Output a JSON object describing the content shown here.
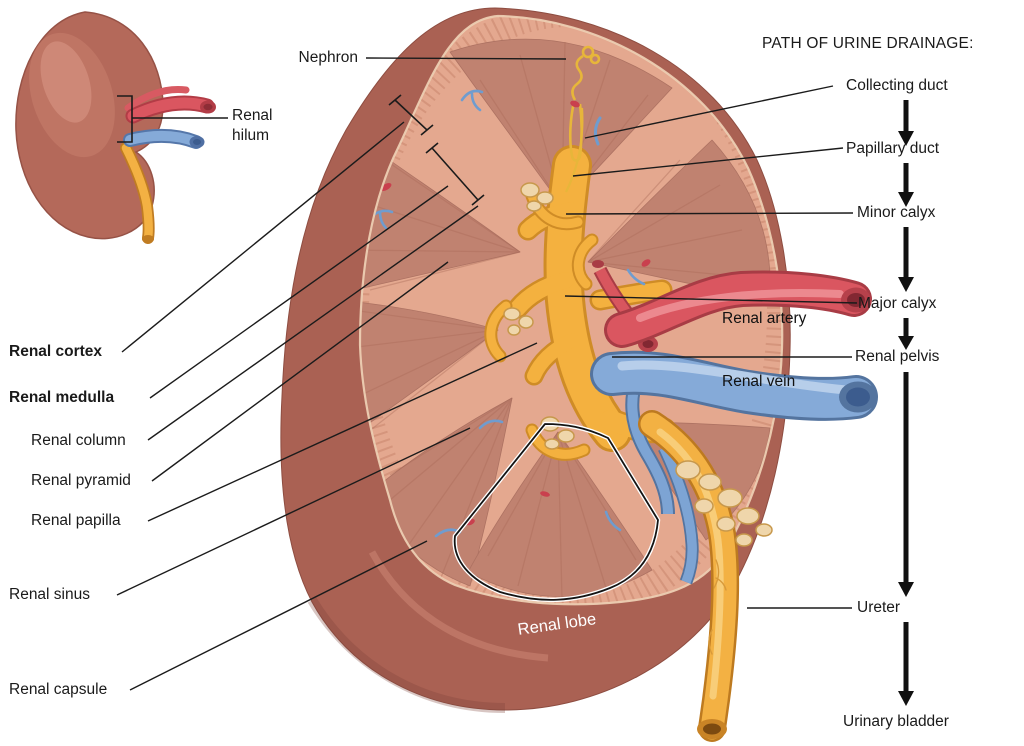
{
  "inset": {
    "label": "Renal hilum"
  },
  "main": {
    "nephron_label": "Nephron",
    "structure_labels": {
      "cortex": "Renal cortex",
      "medulla": "Renal medulla",
      "column": "Renal column",
      "pyramid": "Renal pyramid",
      "papilla": "Renal papilla",
      "sinus": "Renal sinus",
      "capsule": "Renal capsule",
      "lobe": "Renal lobe"
    },
    "vessel_labels": {
      "artery": "Renal artery",
      "vein": "Renal vein"
    }
  },
  "drainage": {
    "title": "PATH OF URINE DRAINAGE:",
    "steps": [
      "Collecting duct",
      "Papillary duct",
      "Minor calyx",
      "Major calyx",
      "Renal pelvis",
      "Ureter",
      "Urinary bladder"
    ]
  },
  "colors": {
    "background": "#ffffff",
    "kidney_surface": "#b4695a",
    "capsule": "#aa6153",
    "cortex": "#e4a88f",
    "medulla_pyramid": "#c08270",
    "renal_pelvis_yellow": "#f4b13f",
    "sinus_fat": "#efd6ab",
    "artery_red": "#da5660",
    "vein_blue": "#85aad8",
    "ureter_yellow": "#f3b143",
    "nephron_yellow": "#e7b63a",
    "line_black": "#1b1b1b",
    "lobe_label_white": "#ffffff"
  }
}
